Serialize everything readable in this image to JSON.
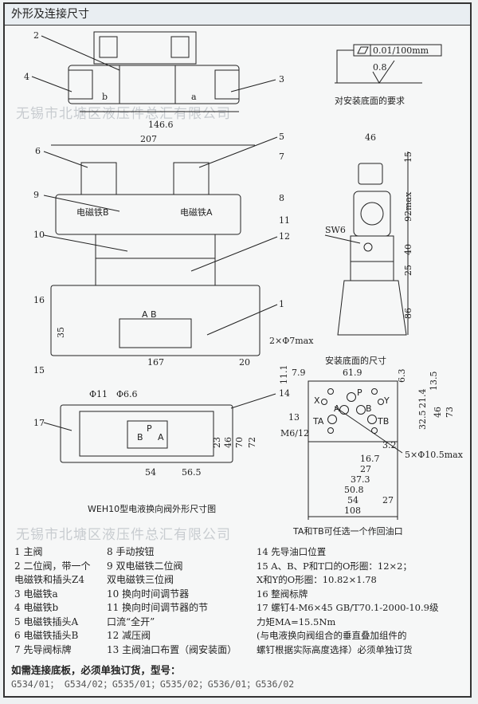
{
  "header": {
    "title": "外形及连接尺寸"
  },
  "watermark": "无锡市北塘区液压件总汇有限公司",
  "top_view": {
    "callouts": [
      "2",
      "4",
      "3"
    ],
    "labels": {
      "b": "b",
      "a": "a"
    },
    "dim": "146.6"
  },
  "front_view": {
    "dims": [
      "207",
      "35",
      "167",
      "20"
    ],
    "callouts": [
      "5",
      "7",
      "6",
      "9",
      "8",
      "10",
      "11",
      "12",
      "16",
      "1",
      "15"
    ],
    "labels": {
      "left_coil": "电磁铁B",
      "right_coil": "电磁铁A",
      "ports": "A B"
    }
  },
  "plan_view": {
    "dims": [
      "Φ11",
      "Φ6.6",
      "23",
      "46",
      "70",
      "72",
      "54",
      "56.5"
    ],
    "callouts": [
      "14",
      "17"
    ],
    "labels": {
      "p": "P",
      "b": "B",
      "a": "A"
    },
    "caption": "WEH10型电液换向阀外形尺寸图"
  },
  "surface": {
    "tolerance": "0.01/100mm",
    "roughness": "0.8",
    "caption": "对安装底面的要求"
  },
  "side_view": {
    "dims": [
      "46",
      "15",
      "92max",
      "40",
      "25",
      "86"
    ],
    "labels": {
      "sw": "SW6"
    }
  },
  "base": {
    "title": "安装底面的尺寸",
    "dims": [
      "2×Φ7max",
      "11.1",
      "7.9",
      "61.9",
      "6.3",
      "13.5",
      "21.4",
      "32.5",
      "46",
      "73",
      "3.2",
      "16.7",
      "27",
      "37.3",
      "50.8",
      "54",
      "27",
      "108"
    ],
    "hole_note": "5×Φ10.5max",
    "thread": "M6/12",
    "callout": "13",
    "ports": [
      "X",
      "P",
      "Y",
      "A",
      "B",
      "TA",
      "TB"
    ],
    "caption": "TA和TB可任选一个作回油口"
  },
  "legend": {
    "col1": [
      "1  主阀",
      "2  二位阀，带一个",
      "    电磁铁和插头Z4",
      "3  电磁铁a",
      "4  电磁铁b",
      "5  电磁铁插头A",
      "6  电磁铁插头B",
      "7  先导阀标牌"
    ],
    "col2": [
      "8   手动按钮",
      "9   双电磁铁二位阀",
      "     双电磁铁三位阀",
      "10  换向时间调节器",
      "11  换向时间调节器的节",
      "     口流“全开”",
      "12  减压阀",
      "13  主阀油口布置（阀安装面）"
    ],
    "col3": [
      "14  先导油口位置",
      "15  A、B、P和T口的O形圈：12×2；",
      "     X和Y的O形圈：10.82×1.78",
      "16  整阀标牌",
      "17  螺钉4-M6×45 GB/T70.1-2000-10.9级",
      "     力矩MA=15.5Nm",
      "     (与电液换向阀组合的垂直叠加组件的",
      "     螺钉根据实际高度选择）必须单独订货"
    ]
  },
  "order": {
    "note": "如需连接底板，必须单独订货，型号：",
    "models": "G534/01；  G534/02；G535/01；G535/02；G536/01；G536/02"
  }
}
